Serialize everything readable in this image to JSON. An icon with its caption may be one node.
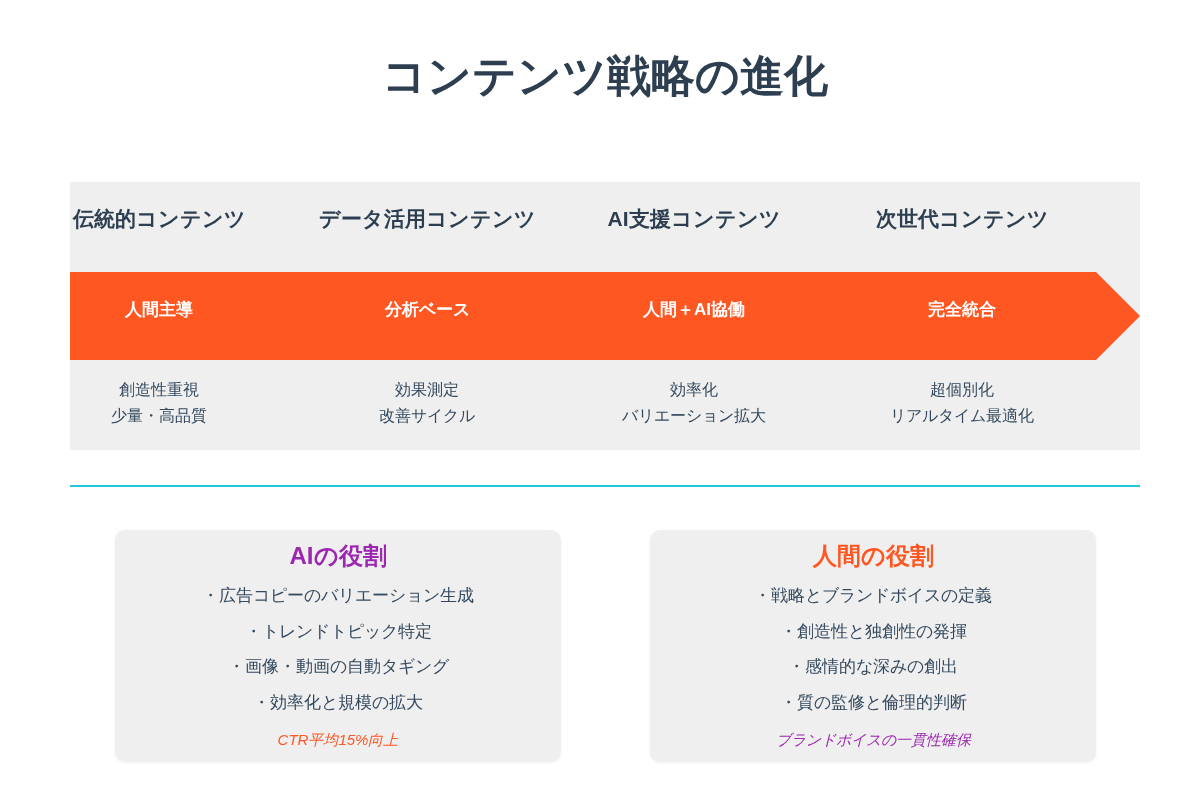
{
  "diagram": {
    "title": "コンテンツ戦略の進化",
    "nodes": [
      {
        "text": [
          "伝統的コンテンツ",
          "データ活用コンテンツ",
          "AI支援コンテンツ",
          "次世代コンテンツ",
          "創造性重視",
          "少量・高品質",
          "効果測定",
          "改善サイクル",
          "効率化",
          "バリエーション拡大",
          "超個別化",
          "リアルタイム最適化"
        ]
      },
      {
        "text": [
          "人間主導",
          "分析ベース",
          "人間＋AI協働",
          "完全統合"
        ],
        "in": 0
      },
      {
        "text": [
          "AIの役割",
          "・広告コピーのバリエーション生成",
          "・トレンドトピック特定",
          "・画像・動画の自動タギング",
          "・効率化と規模の拡大",
          "CTR平均15%向上"
        ]
      },
      {
        "text": [
          "人間の役割",
          "・戦略とブランドボイスの定義",
          "・創造性と独創性の発揮",
          "・感情的な深みの創出",
          "・質の監修と倫理的判断",
          "ブランドボイスの一貫性確保"
        ]
      }
    ]
  }
}
